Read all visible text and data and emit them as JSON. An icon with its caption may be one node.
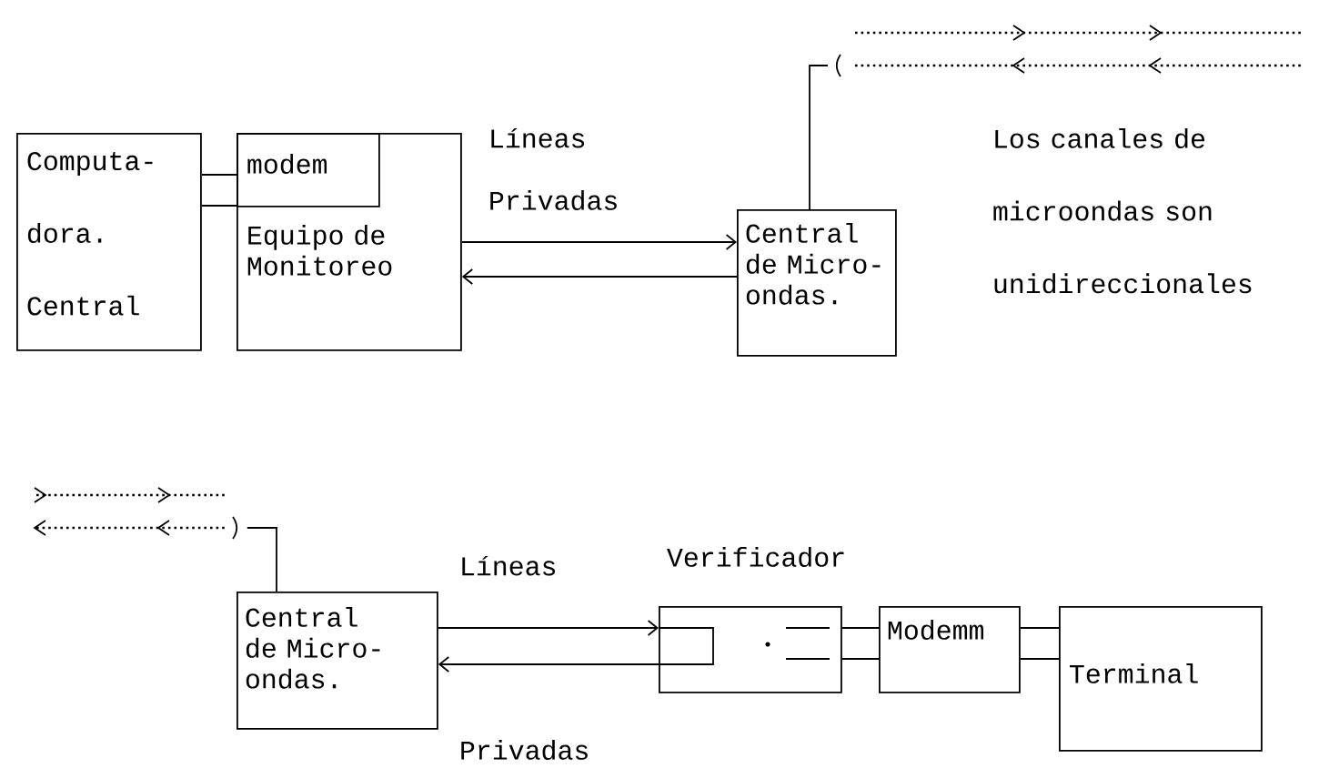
{
  "diagram": {
    "nodes": [
      {
        "text": [
          "Computa- dora. Central"
        ]
      },
      {
        "text": [
          "Equipo de Monitoreo"
        ]
      },
      {
        "text": [
          "modem"
        ],
        "in": 1
      },
      {
        "text": [
          "Central de Micro- ondas."
        ]
      },
      {
        "text": [
          "Central de Micro- ondas."
        ]
      },
      {
        "text": [
          "Verificador"
        ]
      },
      {
        "text": [
          "Modemm"
        ]
      },
      {
        "text": [
          "Terminal"
        ]
      },
      {
        "text": [],
        "shape": "picture"
      },
      {
        "text": [],
        "shape": "picture"
      }
    ],
    "edges": [
      {
        "from": 0,
        "to": 2,
        "arrow": "none"
      },
      {
        "from": 0,
        "to": 1,
        "arrow": "none"
      },
      {
        "from": 1,
        "to": 3,
        "arrow": "to"
      },
      {
        "from": 3,
        "to": 1,
        "arrow": "to"
      },
      {
        "from": 3,
        "to": 8,
        "arrow": "none"
      },
      {
        "from": 4,
        "to": 9,
        "arrow": "none"
      },
      {
        "from": 4,
        "to": 5,
        "arrow": "to"
      },
      {
        "from": 5,
        "to": 4,
        "arrow": "to"
      },
      {
        "from": 5,
        "to": 6,
        "arrow": "none"
      },
      {
        "from": 5,
        "to": 6,
        "arrow": "none"
      },
      {
        "from": 6,
        "to": 7,
        "arrow": "none"
      },
      {
        "from": 6,
        "to": 7,
        "arrow": "none"
      }
    ],
    "labels": [
      "Líneas",
      "Privadas",
      "Los canales de microondas son unidireccionales",
      "Líneas",
      "Privadas"
    ]
  }
}
